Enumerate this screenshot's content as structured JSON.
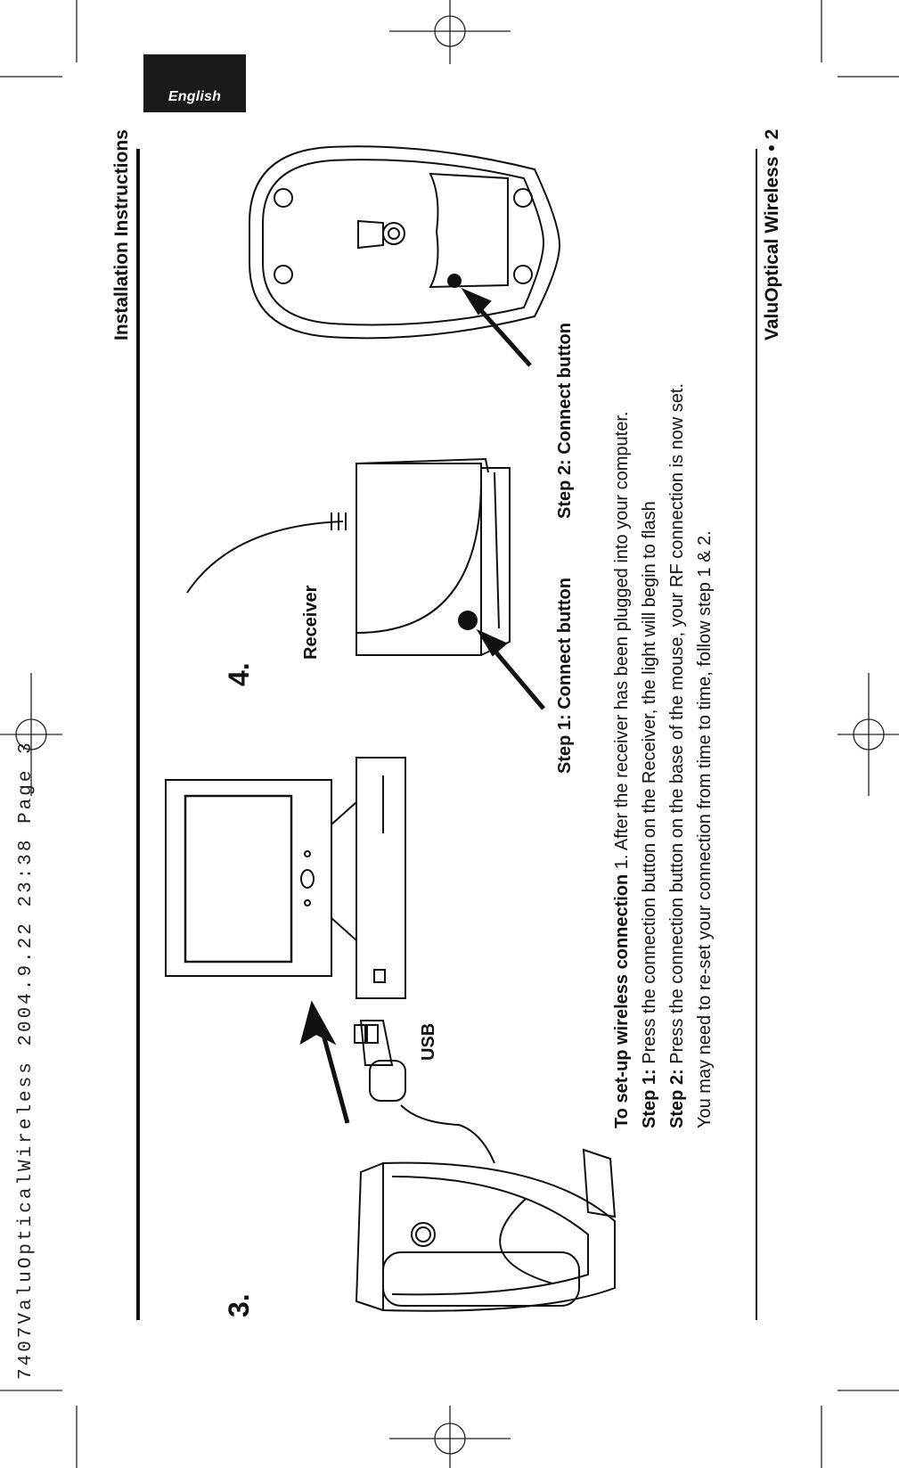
{
  "print_slug": "7407ValuOpticalWireless   2004.9.22   23:38   Page 3",
  "language_tab": "English",
  "header": {
    "title": "Installation Instructions"
  },
  "footer": {
    "product": "ValuOptical Wireless",
    "separator": "•",
    "page_number": "2"
  },
  "figure": {
    "step3_number": "3.",
    "step4_number": "4.",
    "usb_label": "USB",
    "receiver_label": "Receiver",
    "step1_callout": "Step 1: Connect button",
    "step2_callout": "Step 2: Connect button"
  },
  "instructions": {
    "line1_bold": "To set-up wireless connection",
    "line1_text": " 1. After the receiver has been plugged into your computer.",
    "line2_bold": "Step 1:",
    "line2_text": " Press the connection button on the Receiver, the light will begin to flash",
    "line3_bold": "Step 2:",
    "line3_text": " Press the connection button on the base of the mouse, your RF connection is now set.",
    "line4_text": "You may need to re-set your connection from time to time, follow step 1 & 2."
  }
}
